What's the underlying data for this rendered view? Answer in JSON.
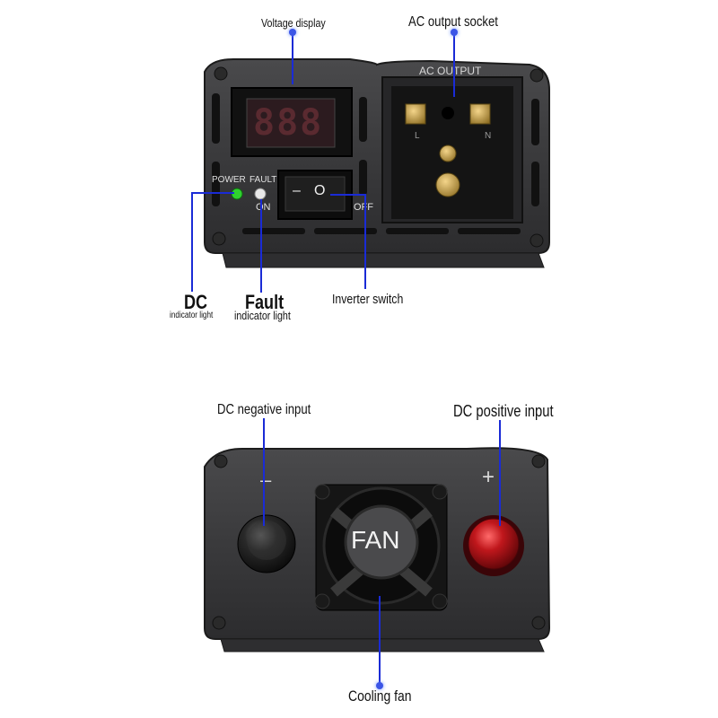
{
  "front_panel": {
    "labels": {
      "voltage_display": "Voltage display",
      "ac_output_socket": "AC output socket",
      "dc_big": "DC",
      "dc_small": "indicator light",
      "fault_big": "Fault",
      "fault_small": "indicator light",
      "inverter_switch": "Inverter switch"
    },
    "printed": {
      "ac_output": "AC OUTPUT",
      "power": "POWER",
      "fault": "FAULT",
      "on": "ON",
      "off": "OFF",
      "display_digits": "888",
      "switch_minus": "–",
      "switch_o": "O",
      "socket_l": "L",
      "socket_n": "N"
    }
  },
  "rear_panel": {
    "labels": {
      "dc_negative_input": "DC negative input",
      "dc_positive_input": "DC positive input",
      "cooling_fan": "Cooling fan"
    },
    "printed": {
      "minus": "–",
      "plus": "+",
      "fan": "FAN"
    }
  },
  "colors": {
    "callout_line": "#1a2bd6",
    "panel": "#3a3a3c",
    "power_led": "#2fd12f",
    "fault_led": "#e8e8e8",
    "display_digits": "#5a2a30",
    "positive_terminal": "#c0171c",
    "negative_terminal": "#2a2a2a"
  }
}
